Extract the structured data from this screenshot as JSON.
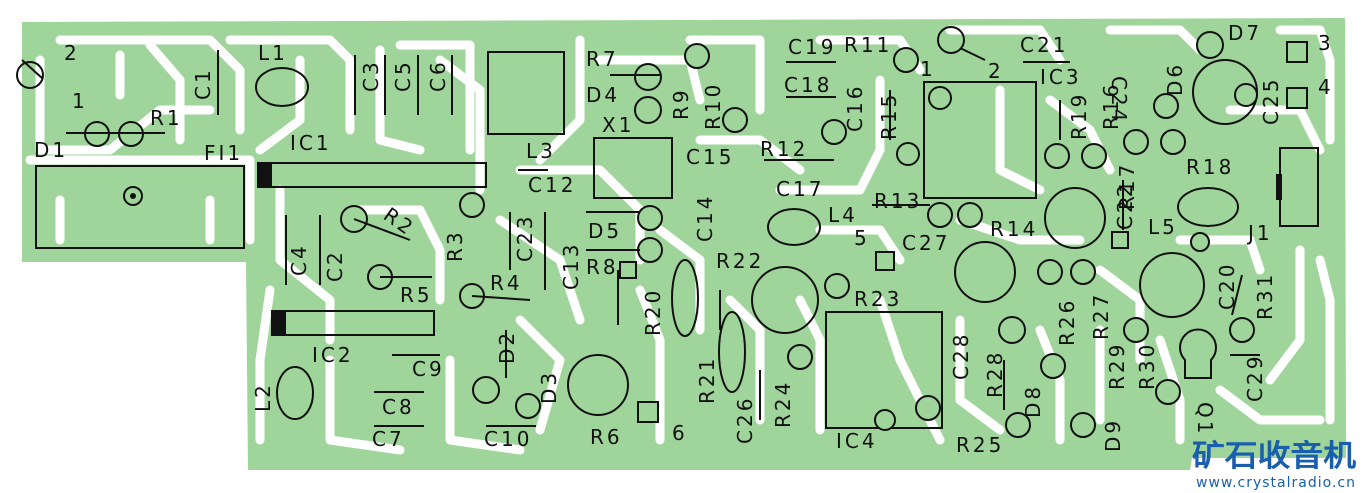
{
  "labels": {
    "d1": "D1",
    "r1": "R1",
    "c1": "C1",
    "l1": "L1",
    "c3": "C3",
    "c5": "C5",
    "c6": "C6",
    "fi1": "FI1",
    "ic1": "IC1",
    "r7": "R7",
    "d4": "D4",
    "x1": "X1",
    "l3": "L3",
    "r9": "R9",
    "r10": "R10",
    "c19": "C19",
    "r11": "R11",
    "c18": "C18",
    "c16": "C16",
    "r15": "R15",
    "c21": "C21",
    "ic3": "IC3",
    "c24": "C24",
    "d7": "D7",
    "d6": "D6",
    "r19": "R19",
    "r16": "R16",
    "c25": "C25",
    "c15": "C15",
    "r12": "R12",
    "c12": "C12",
    "c17": "C17",
    "r17": "R17",
    "r18": "R18",
    "r2": "R2",
    "r3": "R3",
    "c23": "C23",
    "c14": "C14",
    "l4": "L4",
    "r13": "R13",
    "c22": "C22",
    "c4": "C4",
    "c2": "C2",
    "d5": "D5",
    "r14": "R14",
    "l5": "L5",
    "j1": "J1",
    "c13": "C13",
    "r8": "R8",
    "c27": "C27",
    "r5": "R5",
    "r4": "R4",
    "r22": "R22",
    "r20": "R20",
    "r23": "R23",
    "c20": "C20",
    "r31": "R31",
    "r26": "R26",
    "r27": "R27",
    "ic2": "IC2",
    "c9": "C9",
    "d2": "D2",
    "c28": "C28",
    "r28": "R28",
    "r29": "R29",
    "r30": "R30",
    "c29": "C29",
    "l2": "L2",
    "d3": "D3",
    "r21": "R21",
    "r24": "R24",
    "d8": "D8",
    "q1": "Q1",
    "c8": "C8",
    "c26": "C26",
    "c7": "C7",
    "c10": "C10",
    "r6": "R6",
    "ic4": "IC4",
    "r25": "R25",
    "d9": "D9"
  },
  "pins": {
    "p1_left": "1",
    "p2_left": "2",
    "p1_ic3": "1",
    "p2_ic3": "2",
    "p3": "3",
    "p4": "4",
    "p5": "5",
    "p6": "6"
  },
  "watermark": {
    "cn": "矿石收音机",
    "url": "www.crystalradio.cn"
  },
  "colors": {
    "board": "#9fd59a",
    "trace": "#ffffff",
    "ink": "#111111",
    "watermark": "#1a5fae"
  }
}
